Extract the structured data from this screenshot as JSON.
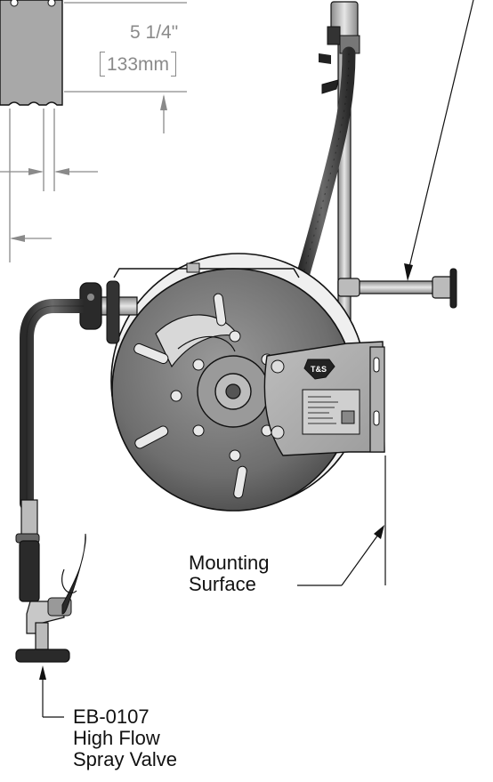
{
  "dimensions": {
    "imperial": "5 1/4\"",
    "metric": "133mm"
  },
  "callouts": {
    "mounting_surface": [
      "Mounting",
      "Surface"
    ],
    "spray_valve": [
      "EB-0107",
      "High Flow",
      "Spray Valve"
    ]
  },
  "plate_logo": "T&S",
  "colors": {
    "line": "#111111",
    "dimension": "#8a8a8a",
    "metal_light": "#c8c8c8",
    "metal_dark": "#5a5a5a",
    "hose": "#3a3a3a"
  }
}
